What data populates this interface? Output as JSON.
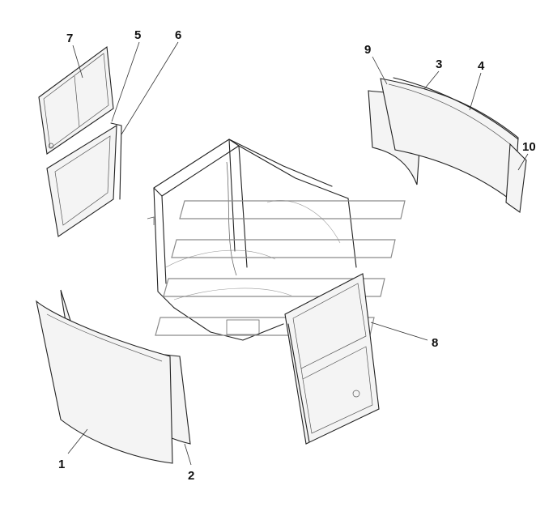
{
  "callouts": {
    "c1": "1",
    "c2": "2",
    "c3": "3",
    "c4": "4",
    "c5": "5",
    "c6": "6",
    "c7": "7",
    "c8": "8",
    "c9": "9",
    "c10": "10"
  },
  "colors": {
    "line": "#222222",
    "glass_fill": "#f4f4f4",
    "watermark": "#8a8a8a"
  }
}
